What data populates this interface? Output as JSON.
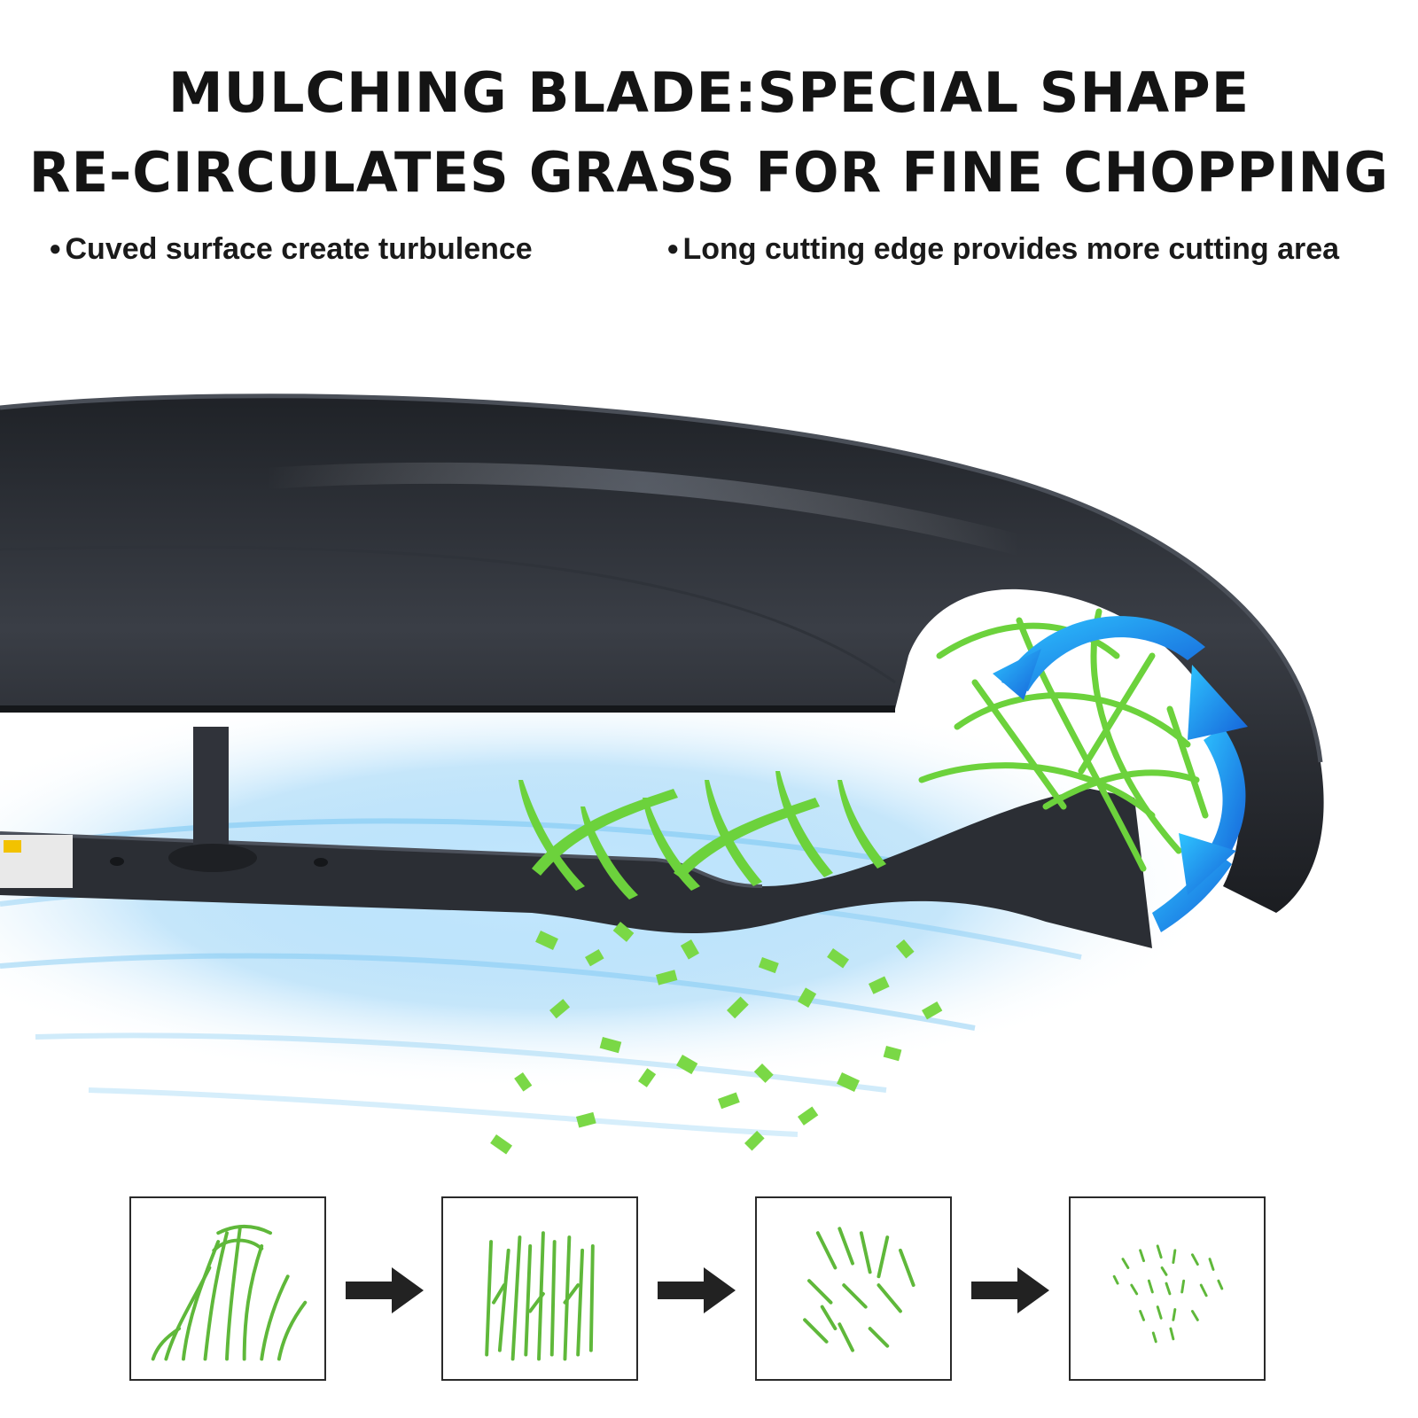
{
  "headline": {
    "line1": "MULCHING BLADE:SPECIAL SHAPE",
    "line2": "RE-CIRCULATES GRASS FOR FINE CHOPPING"
  },
  "bullets": [
    {
      "marker": "●",
      "text": "Cuved surface create turbulence"
    },
    {
      "marker": "●",
      "text": "Long cutting edge provides more cutting area"
    }
  ],
  "colors": {
    "blade": "#24272d",
    "grass": "#6cd23c",
    "airflow": "#2f8fe6",
    "text": "#141414"
  },
  "process": {
    "stages": [
      "whole-grass",
      "cut-grass",
      "chopped-grass",
      "fine-mulch"
    ],
    "arrow_icon": "arrow-right-icon"
  }
}
